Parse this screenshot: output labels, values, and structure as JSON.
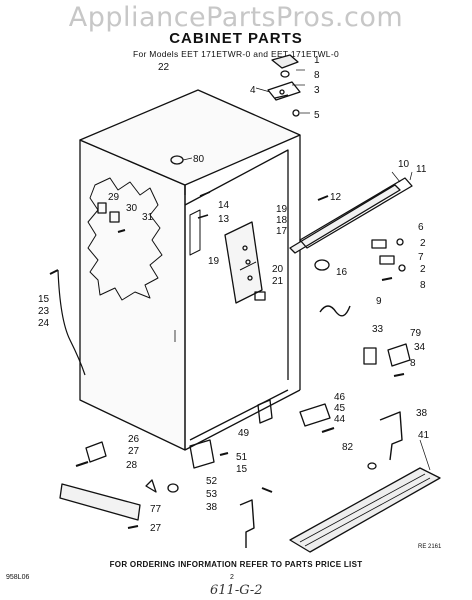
{
  "watermark": "AppliancePartsPros.com",
  "title": "CABINET PARTS",
  "subtitle": "For Models EET 171ETWR-0 and EET 171ETWL-0",
  "callouts": [
    "1",
    "8",
    "3",
    "4",
    "5",
    "22",
    "80",
    "10",
    "11",
    "12",
    "29",
    "30",
    "31",
    "14",
    "13",
    "19",
    "18",
    "17",
    "6",
    "2",
    "7",
    "16",
    "2",
    "8",
    "19",
    "20",
    "21",
    "15",
    "23",
    "24",
    "9",
    "33",
    "79",
    "34",
    "8",
    "46",
    "45",
    "44",
    "49",
    "38",
    "41",
    "82",
    "26",
    "27",
    "28",
    "51",
    "15",
    "52",
    "53",
    "77",
    "38",
    "27"
  ],
  "footer": "FOR ORDERING INFORMATION REFER TO PARTS PRICE LIST",
  "doc_code": "958L06",
  "page_number": "2",
  "handwritten_note": "611-G-2",
  "figure_code": "RE 2161"
}
